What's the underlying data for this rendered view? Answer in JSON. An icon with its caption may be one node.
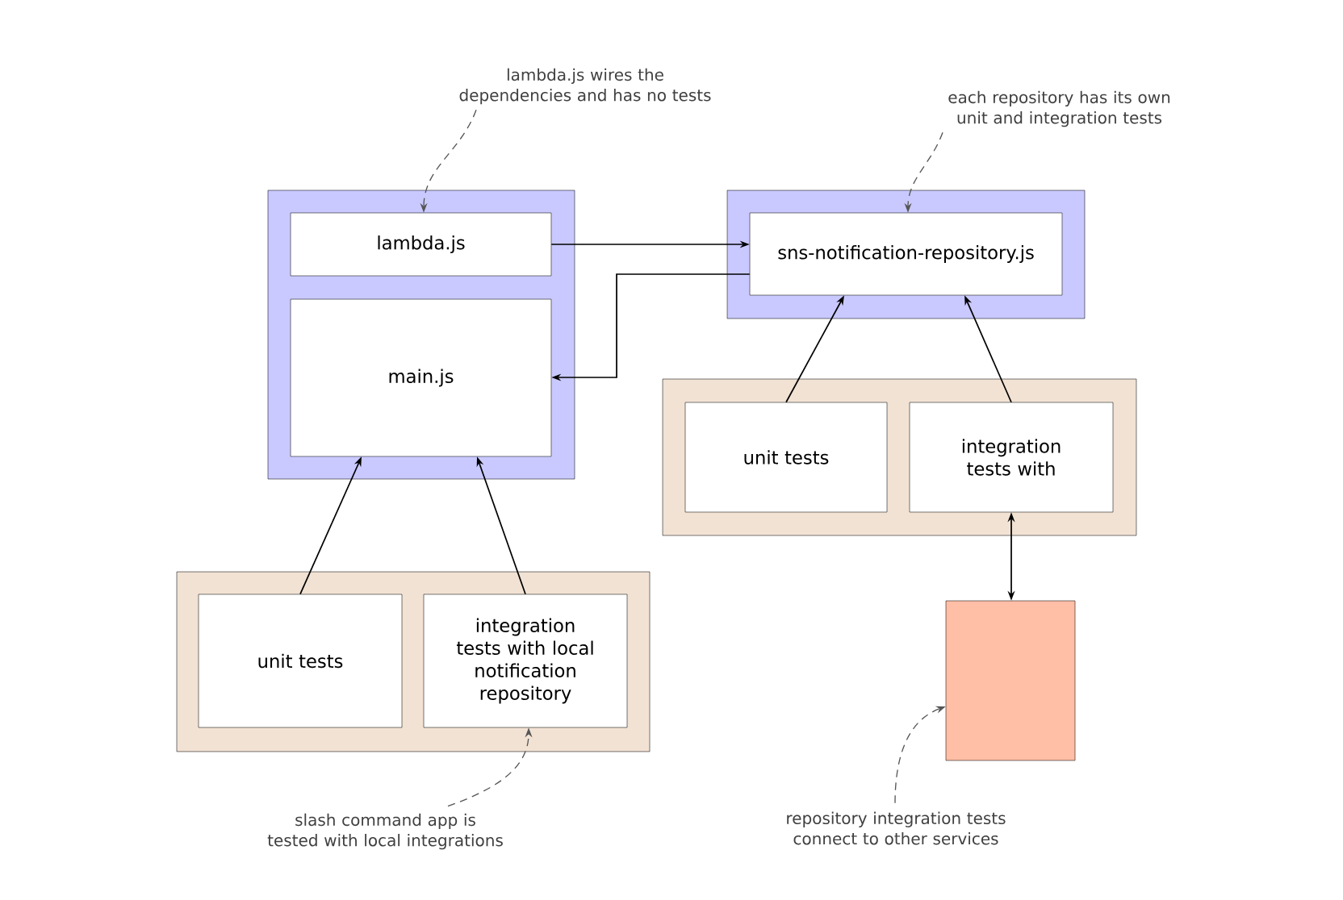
{
  "diagram": {
    "nodes": [
      {
        "text": [],
        "shape": "box"
      },
      {
        "text": [
          "lambda.js"
        ],
        "in": 0
      },
      {
        "text": [
          "main.js"
        ],
        "in": 0
      },
      {
        "text": [],
        "shape": "box"
      },
      {
        "text": [
          "sns-notification-repository.js"
        ],
        "in": 3
      },
      {
        "text": [],
        "shape": "box"
      },
      {
        "text": [
          "unit tests"
        ],
        "in": 5
      },
      {
        "text": [
          "integration tests with"
        ],
        "in": 5
      },
      {
        "text": [],
        "shape": "box"
      },
      {
        "text": [
          "unit tests"
        ],
        "in": 8
      },
      {
        "text": [
          "integration tests with local notification repository"
        ],
        "in": 8
      },
      {
        "text": [],
        "shape": "box"
      },
      {
        "text": [
          "lambda.js wires the dependencies and has no tests"
        ]
      },
      {
        "text": [
          "each repository has its own unit and integration tests"
        ]
      },
      {
        "text": [
          "slash command app is tested with local integrations"
        ]
      },
      {
        "text": [
          "repository integration tests connect to other services"
        ]
      }
    ],
    "edges": [
      {
        "from": 1,
        "to": 4,
        "arrow": "to"
      },
      {
        "from": 4,
        "to": 2,
        "arrow": "to"
      },
      {
        "from": 9,
        "to": 2,
        "arrow": "to"
      },
      {
        "from": 10,
        "to": 2,
        "arrow": "to"
      },
      {
        "from": 6,
        "to": 4,
        "arrow": "to"
      },
      {
        "from": 7,
        "to": 4,
        "arrow": "to"
      },
      {
        "from": 7,
        "to": 11,
        "arrow": "both"
      },
      {
        "from": 12,
        "to": 1,
        "arrow": "to",
        "style": "dashed",
        "color": "#555555"
      },
      {
        "from": 13,
        "to": 4,
        "arrow": "to",
        "style": "dashed",
        "color": "#555555"
      },
      {
        "from": 14,
        "to": 10,
        "arrow": "to",
        "style": "dashed",
        "color": "#555555"
      },
      {
        "from": 15,
        "to": 11,
        "arrow": "to",
        "style": "dashed",
        "color": "#555555"
      }
    ]
  }
}
